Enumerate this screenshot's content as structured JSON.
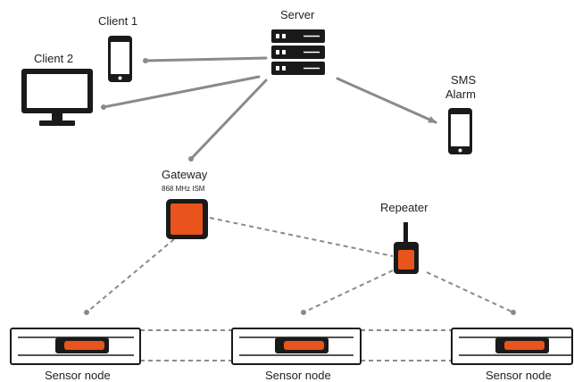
{
  "labels": {
    "client1": "Client 1",
    "client2": "Client 2",
    "server": "Server",
    "sms_line1": "SMS",
    "sms_line2": "Alarm",
    "gateway": "Gateway",
    "gateway_band": "868 MHz ISM",
    "repeater": "Repeater",
    "sensor1": "Sensor node",
    "sensor2": "Sensor node",
    "sensor3": "Sensor node"
  },
  "colors": {
    "accent": "#e8541c",
    "device_dark": "#1a1a1a",
    "link_line": "#8a8a8a"
  },
  "icons": {
    "server": "server-rack-icon",
    "phone": "smartphone-icon",
    "monitor": "desktop-monitor-icon",
    "gateway": "gateway-box-icon",
    "repeater": "repeater-antenna-icon",
    "sensor": "sensor-rail-icon"
  }
}
